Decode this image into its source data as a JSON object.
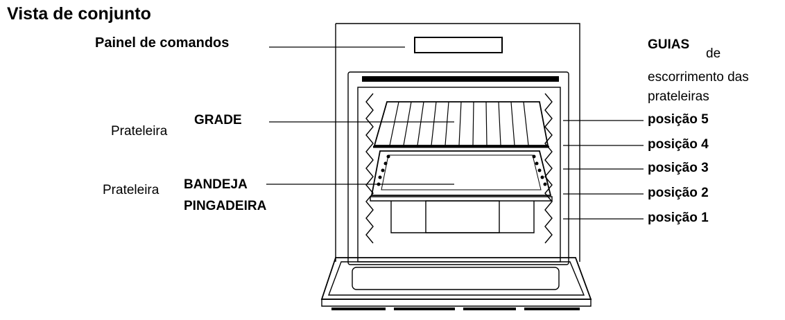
{
  "title": "Vista de conjunto",
  "labels": {
    "painel": "Painel de comandos",
    "guias": "GUIAS",
    "guias_de": "de",
    "guias_line2": "escorrimento das",
    "guias_line3": "prateleiras",
    "grade_small": "Prateleira",
    "grade": "GRADE",
    "bandeja_small": "Prateleira",
    "bandeja": "BANDEJA",
    "pingadeira": "PINGADEIRA"
  },
  "positions": [
    {
      "label": "posição 5"
    },
    {
      "label": "posição 4"
    },
    {
      "label": "posição 3"
    },
    {
      "label": "posição 2"
    },
    {
      "label": "posição 1"
    }
  ]
}
